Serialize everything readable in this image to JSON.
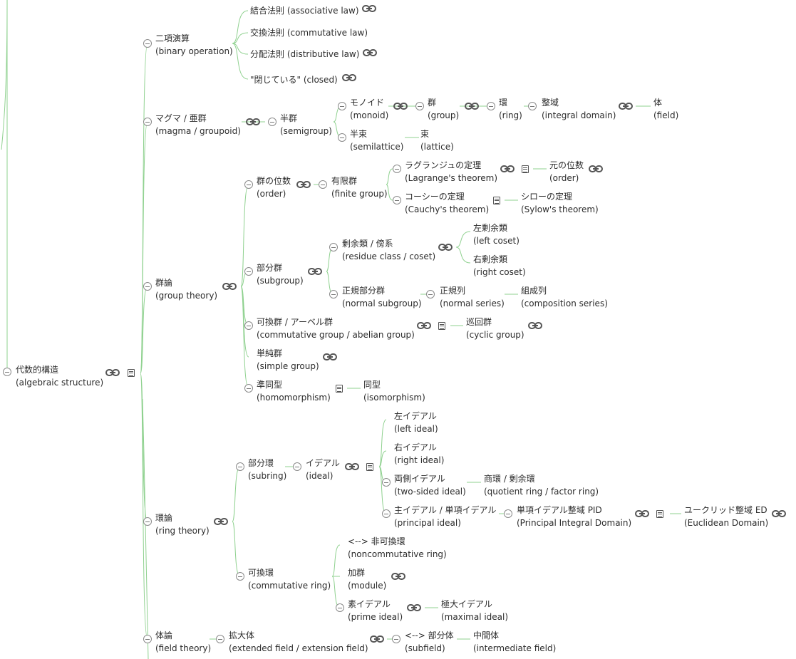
{
  "root": {
    "label": "代数的構造",
    "sub": "(algebraic structure)"
  },
  "binary": {
    "label": "二項演算",
    "sub": "(binary operation)"
  },
  "assoc": {
    "label": "結合法則 (associative law)"
  },
  "commut": {
    "label": "交換法則 (commutative law)"
  },
  "distrib": {
    "label": "分配法則 (distributive law)"
  },
  "closed": {
    "label": "\"閉じている\" (closed)"
  },
  "magma": {
    "label": "マグマ / 亜群",
    "sub": "(magma / groupoid)"
  },
  "semigroup": {
    "label": "半群",
    "sub": "(semigroup)"
  },
  "monoid": {
    "label": "モノイド",
    "sub": "(monoid)"
  },
  "group": {
    "label": "群",
    "sub": "(group)"
  },
  "ring": {
    "label": "環",
    "sub": "(ring)"
  },
  "intdomain": {
    "label": "整域",
    "sub": "(integral domain)"
  },
  "field": {
    "label": "体",
    "sub": "(field)"
  },
  "semilattice": {
    "label": "半束",
    "sub": "(semilattice)"
  },
  "lattice": {
    "label": "束",
    "sub": "(lattice)"
  },
  "grouptheory": {
    "label": "群論",
    "sub": "(group theory)"
  },
  "order": {
    "label": "群の位数",
    "sub": "(order)"
  },
  "finitegroup": {
    "label": "有限群",
    "sub": "(finite group)"
  },
  "lagrange": {
    "label": "ラグランジュの定理",
    "sub": "(Lagrange's theorem)"
  },
  "elemorder": {
    "label": "元の位数",
    "sub": "(order)"
  },
  "cauchy": {
    "label": "コーシーの定理",
    "sub": "(Cauchy's theorem)"
  },
  "sylow": {
    "label": "シローの定理",
    "sub": "(Sylow's theorem)"
  },
  "subgroup": {
    "label": "部分群",
    "sub": "(subgroup)"
  },
  "residue": {
    "label": "剰余類 / 傍系",
    "sub": "(residue class / coset)"
  },
  "leftcoset": {
    "label": "左剰余類",
    "sub": "(left coset)"
  },
  "rightcoset": {
    "label": "右剰余類",
    "sub": "(right coset)"
  },
  "normalsub": {
    "label": "正規部分群",
    "sub": "(normal subgroup)"
  },
  "normalseries": {
    "label": "正規列",
    "sub": "(normal series)"
  },
  "compseries": {
    "label": "組成列",
    "sub": "(composition series)"
  },
  "abelian": {
    "label": "可換群 / アーベル群",
    "sub": "(commutative group / abelian group)"
  },
  "cyclic": {
    "label": "巡回群",
    "sub": "(cyclic group)"
  },
  "simple": {
    "label": "単純群",
    "sub": "(simple group)"
  },
  "homo": {
    "label": "準同型",
    "sub": "(homomorphism)"
  },
  "iso": {
    "label": "同型",
    "sub": "(isomorphism)"
  },
  "ringtheory": {
    "label": "環論",
    "sub": "(ring theory)"
  },
  "subring": {
    "label": "部分環",
    "sub": "(subring)"
  },
  "ideal": {
    "label": "イデアル",
    "sub": "(ideal)"
  },
  "leftideal": {
    "label": "左イデアル",
    "sub": "(left ideal)"
  },
  "rightideal": {
    "label": "右イデアル",
    "sub": "(right ideal)"
  },
  "twosided": {
    "label": "両側イデアル",
    "sub": "(two-sided ideal)"
  },
  "quotient": {
    "label": "商環 / 剰余環",
    "sub": "(quotient ring / factor ring)"
  },
  "principal": {
    "label": "主イデアル / 単項イデアル",
    "sub": "(principal ideal)"
  },
  "pid": {
    "label": "単項イデアル整域 PID",
    "sub": "(Principal Integral Domain)"
  },
  "euclid": {
    "label": "ユークリッド整域 ED",
    "sub": "(Euclidean Domain)"
  },
  "commring": {
    "label": "可換環",
    "sub": "(commutative ring)"
  },
  "noncomm": {
    "label": "<--> 非可換環",
    "sub": "(noncommutative ring)"
  },
  "module": {
    "label": "加群",
    "sub": "(module)"
  },
  "prime": {
    "label": "素イデアル",
    "sub": "(prime ideal)"
  },
  "maximal": {
    "label": "極大イデアル",
    "sub": "(maximal ideal)"
  },
  "fieldtheory": {
    "label": "体論",
    "sub": "(field theory)"
  },
  "extfield": {
    "label": "拡大体",
    "sub": "(extended field / extension field)"
  },
  "subfield": {
    "label": "<--> 部分体",
    "sub": "(subfield)"
  },
  "intermediate": {
    "label": "中間体",
    "sub": "(intermediate field)"
  },
  "colors": {
    "edge": "#8fd18f",
    "icon": "#555555",
    "text": "#2b2b2b"
  }
}
